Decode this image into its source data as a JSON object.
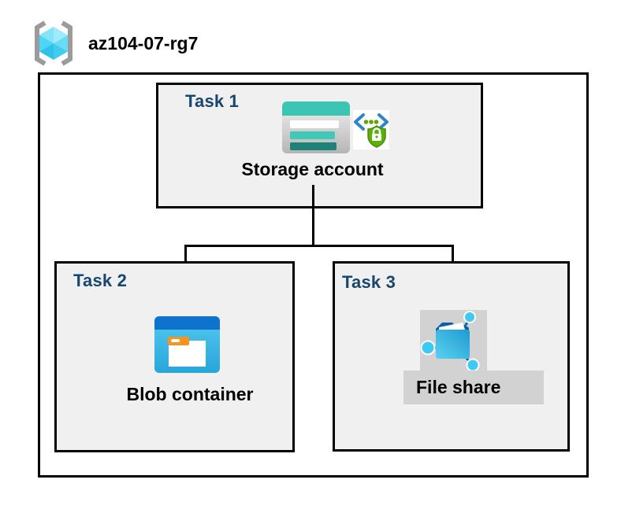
{
  "header": {
    "resource_group": "az104-07-rg7"
  },
  "tasks": [
    {
      "label": "Task 1",
      "resource": "Storage account",
      "icons": [
        "storage-account-icon",
        "secure-endpoint-icon"
      ]
    },
    {
      "label": "Task 2",
      "resource": "Blob container",
      "icons": [
        "blob-container-icon"
      ]
    },
    {
      "label": "Task 3",
      "resource": "File share",
      "icons": [
        "file-share-icon"
      ]
    }
  ],
  "icons": {
    "resource_group": "resource-group-icon",
    "storage_account": "storage-account-icon",
    "secure_endpoint": "secure-endpoint-icon",
    "blob_container": "blob-container-icon",
    "file_share": "file-share-icon"
  },
  "colors": {
    "task_label_navy": "#17466E",
    "task_box_fill": "#F0F0F0",
    "box_border": "#000000",
    "file_share_highlight": "#D2D2D2",
    "storage_teal": "#3DC5B3",
    "storage_teal_dark": "#1F8276",
    "blob_top_blue": "#0E73CC",
    "blob_body_cyan": "#3FC0E9",
    "blob_tab_orange": "#F7941E",
    "file_share_flap_blue": "#0C5EA8",
    "file_share_node_cyan": "#3EC9F3",
    "security_green": "#5CB00A",
    "security_bracket_blue": "#2E86C8",
    "rg_cube_cyan": "#55D7F5",
    "rg_bracket_gray": "#9B9B9B"
  }
}
